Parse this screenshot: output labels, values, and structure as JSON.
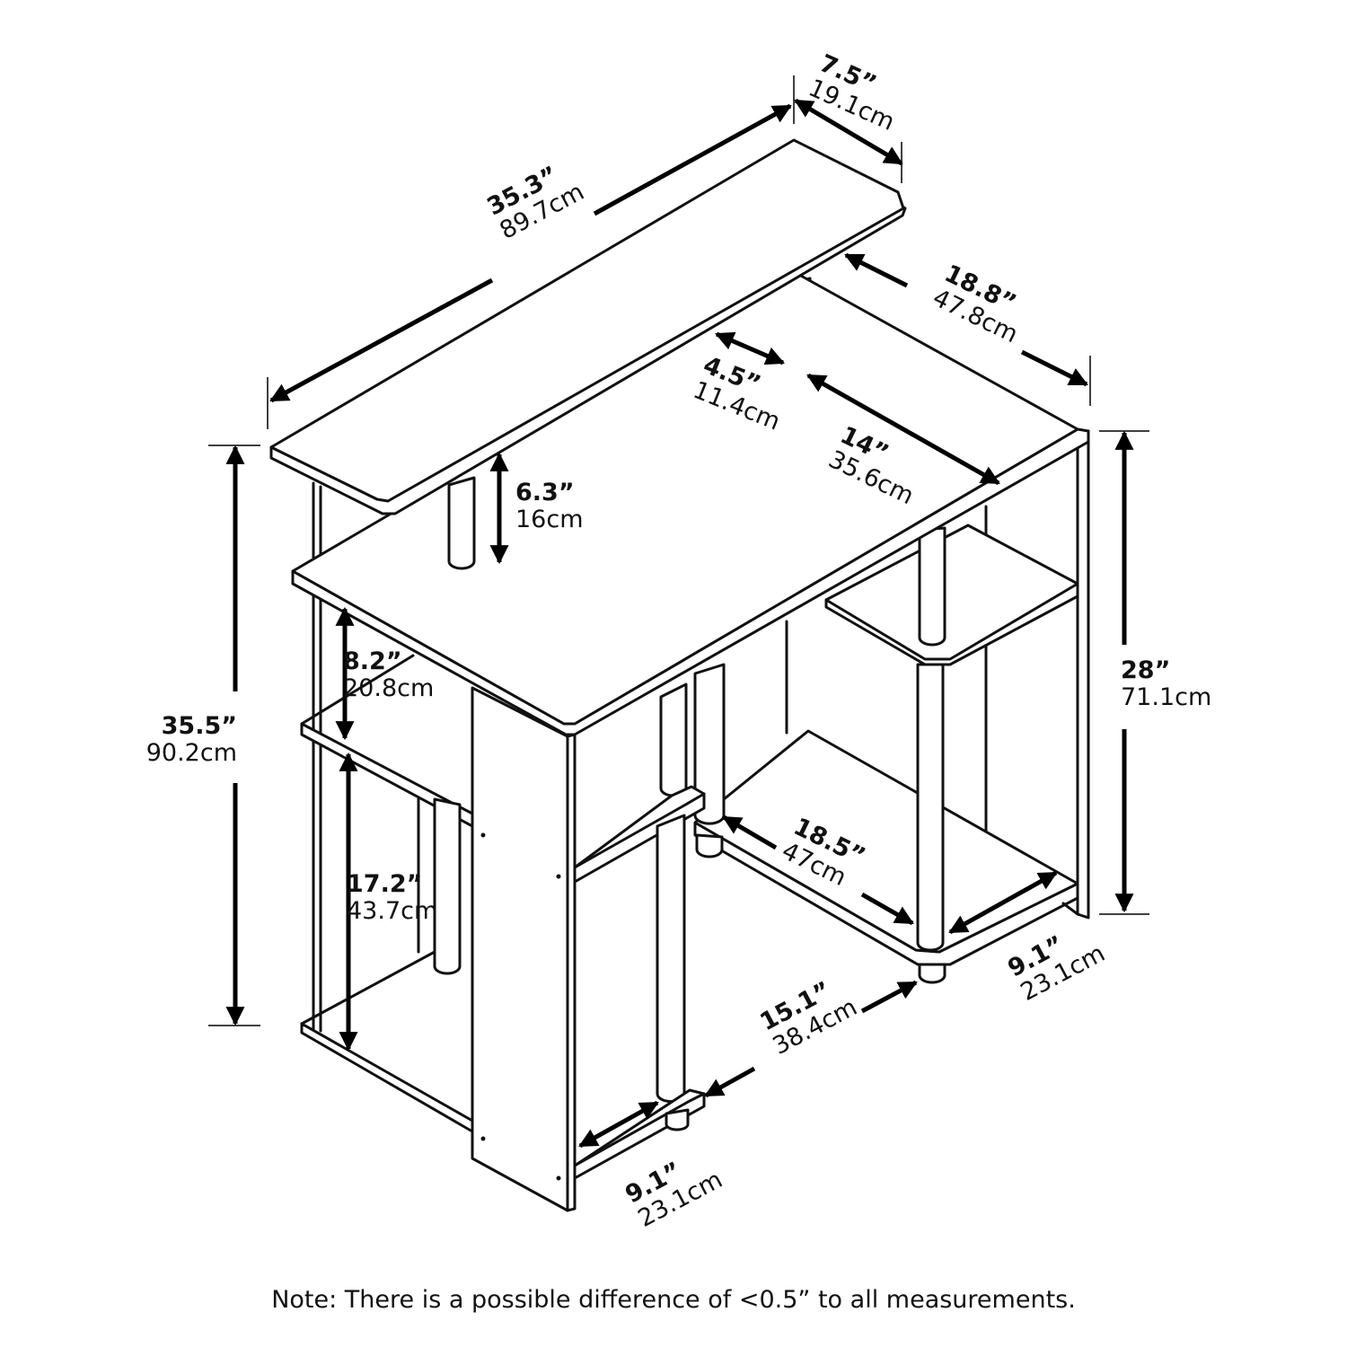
{
  "dimensions": {
    "top_width": {
      "inches": "35.3”",
      "cm": "89.7cm"
    },
    "top_depth": {
      "inches": "7.5”",
      "cm": "19.1cm"
    },
    "desk_depth": {
      "inches": "18.8”",
      "cm": "47.8cm"
    },
    "shelf_gap": {
      "inches": "4.5”",
      "cm": "11.4cm"
    },
    "inner_depth": {
      "inches": "14”",
      "cm": "35.6cm"
    },
    "riser_height": {
      "inches": "6.3”",
      "cm": "16cm"
    },
    "total_height": {
      "inches": "35.5”",
      "cm": "90.2cm"
    },
    "desk_height": {
      "inches": "28”",
      "cm": "71.1cm"
    },
    "upper_shelf": {
      "inches": "8.2”",
      "cm": "20.8cm"
    },
    "lower_shelf": {
      "inches": "17.2”",
      "cm": "43.7cm"
    },
    "bottom_width": {
      "inches": "18.5”",
      "cm": "47cm"
    },
    "leg_space": {
      "inches": "15.1”",
      "cm": "38.4cm"
    },
    "right_foot_depth": {
      "inches": "9.1”",
      "cm": "23.1cm"
    },
    "left_foot_depth": {
      "inches": "9.1”",
      "cm": "23.1cm"
    }
  },
  "note": "Note: There is a possible difference of <0.5” to all measurements."
}
